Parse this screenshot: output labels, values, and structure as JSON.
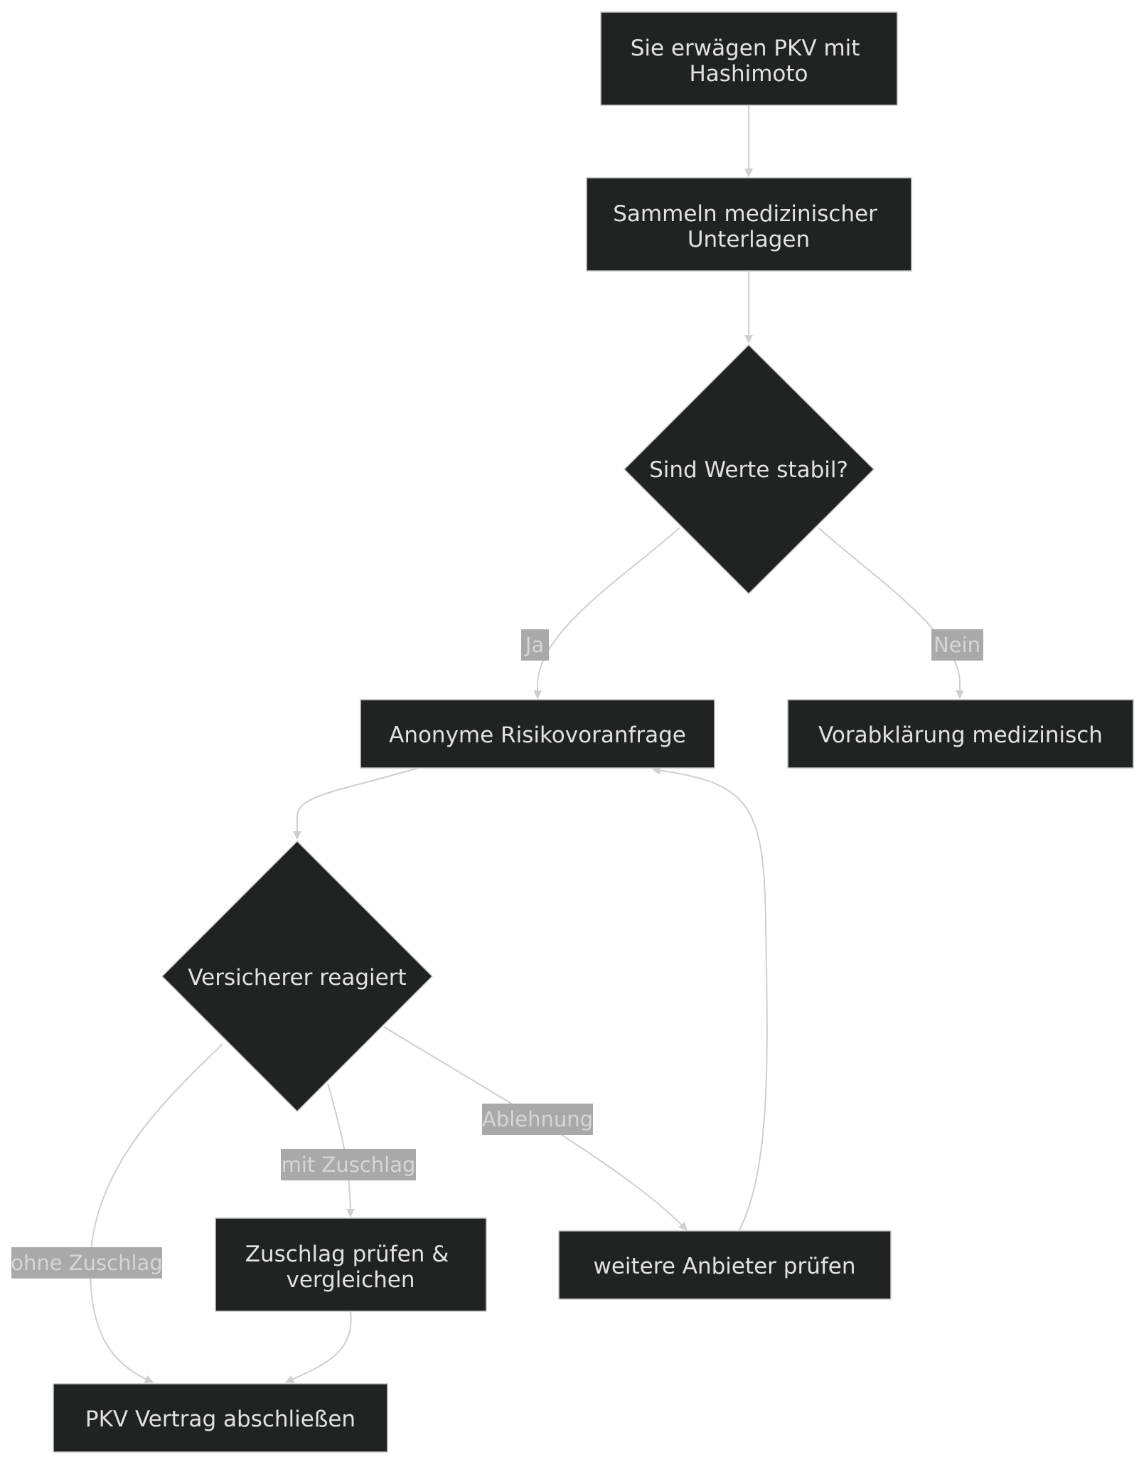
{
  "nodes": {
    "start": {
      "lines": [
        "Sie erwägen PKV mit",
        "Hashimoto"
      ]
    },
    "collect": {
      "lines": [
        "Sammeln medizinischer",
        "Unterlagen"
      ]
    },
    "stable": {
      "lines": [
        "Sind Werte stabil?"
      ]
    },
    "anon": {
      "lines": [
        "Anonyme Risikovoranfrage"
      ]
    },
    "prior": {
      "lines": [
        "Vorabklärung medizinisch"
      ]
    },
    "insurer": {
      "lines": [
        "Versicherer reagiert"
      ]
    },
    "surcharge": {
      "lines": [
        "Zuschlag prüfen &",
        "vergleichen"
      ]
    },
    "others": {
      "lines": [
        "weitere Anbieter prüfen"
      ]
    },
    "contract": {
      "lines": [
        "PKV Vertrag abschließen"
      ]
    }
  },
  "edge_labels": {
    "yes": "Ja",
    "no": "Nein",
    "rejection": "Ablehnung",
    "with_surcharge": "mit Zuschlag",
    "without_surcharge": "ohne Zuschlag"
  },
  "colors": {
    "node_fill": "#212222",
    "node_stroke": "#c9c9c9",
    "edge": "#cfcfcf",
    "label_bg": "#a9a9a9",
    "text": "#e2e2e2"
  }
}
